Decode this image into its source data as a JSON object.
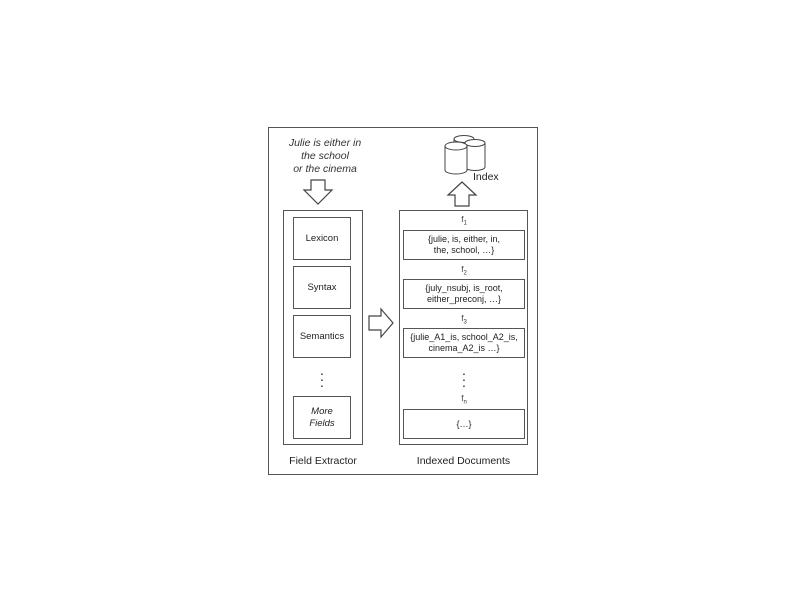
{
  "input_sentence": "Julie is either in\nthe school\nor the cinema",
  "field_extractor": {
    "fields": [
      "Lexicon",
      "Syntax",
      "Semantics"
    ],
    "more_fields": "More\nFields",
    "caption": "Field Extractor"
  },
  "indexed_documents": {
    "fields": [
      {
        "label": "f",
        "sub": "1",
        "content": "{julie, is, either, in,\nthe, school, …}"
      },
      {
        "label": "f",
        "sub": "2",
        "content": "{july_nsubj, is_root,\neither_preconj, …}"
      },
      {
        "label": "f",
        "sub": "3",
        "content": "{julie_A1_is, school_A2_is,\ncinema_A2_is …}"
      },
      {
        "label": "f",
        "sub": "n",
        "content": "{…}"
      }
    ],
    "caption": "Indexed Documents"
  },
  "index_label": "Index",
  "icons": [
    "database-icon",
    "arrow-down-icon",
    "arrow-right-icon",
    "arrow-up-icon"
  ]
}
